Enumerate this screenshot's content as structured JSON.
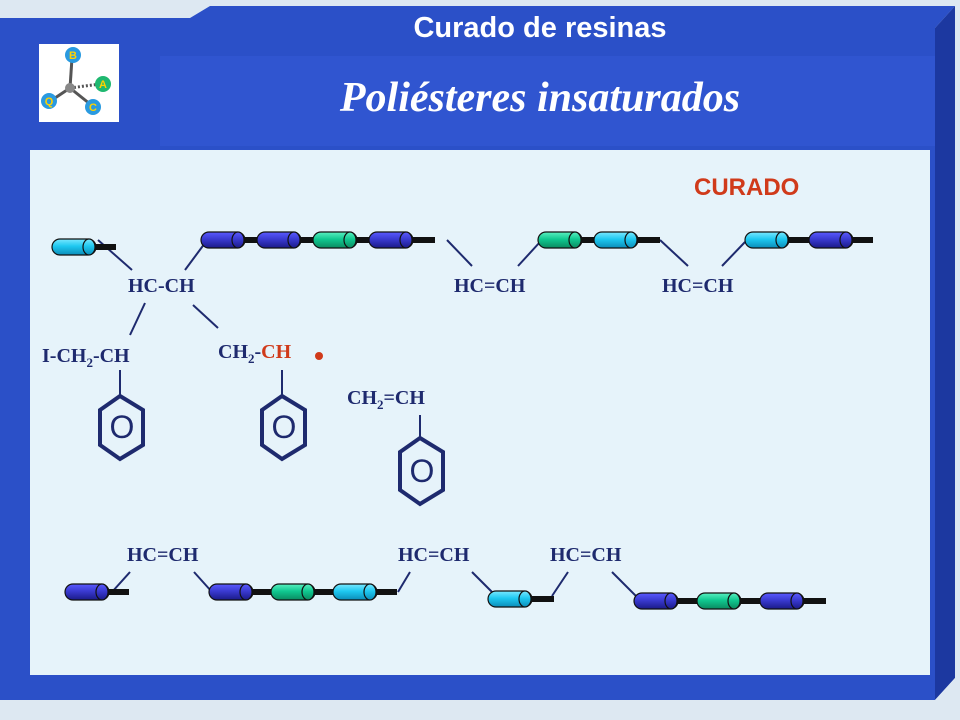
{
  "header": {
    "subtitle": "Curado de resinas",
    "title": "Poliésteres insaturados"
  },
  "logo": {
    "letters": [
      "B",
      "A",
      "C",
      "Q"
    ]
  },
  "diagram": {
    "curado_label": "CURADO",
    "labels": {
      "hc_ch": "HC-CH",
      "hc_eq_ch_1": "HC=CH",
      "hc_eq_ch_2": "HC=CH",
      "i_ch2_ch": {
        "pre": "I-CH",
        "sub": "2",
        "post": "-CH"
      },
      "ch2_ch_radical": {
        "pre": "CH",
        "sub": "2",
        "mid": "-",
        "red": "CH"
      },
      "ch2_eq_ch": {
        "pre": "CH",
        "sub": "2",
        "post": "=CH"
      },
      "bottom_hc_eq_ch_1": "HC=CH",
      "bottom_hc_eq_ch_2": "HC=CH",
      "bottom_hc_eq_ch_3": "HC=CH"
    },
    "ring_labels": [
      "O",
      "O",
      "O"
    ]
  },
  "colors": {
    "frame": "#2b50c8",
    "panel": "#e6f3fa",
    "title_text": "#ffffff",
    "label_text": "#1e2a6e",
    "accent_red": "#d03a1a",
    "seg_blue": "#3a3ac8",
    "seg_cyan": "#1ec8f0",
    "seg_green": "#10c890"
  }
}
